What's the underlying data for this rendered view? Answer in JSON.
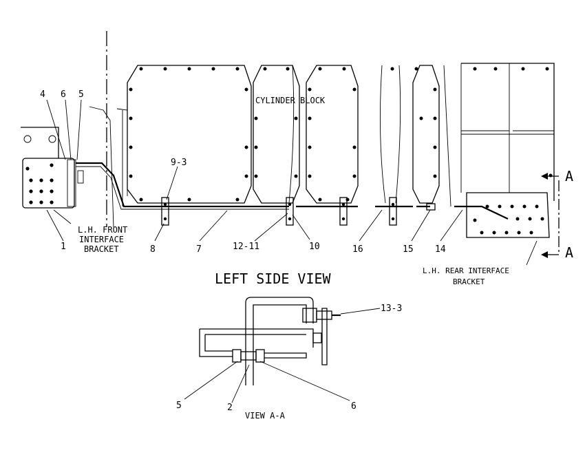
{
  "title": "LEFT SIDE VIEW",
  "cylinder_block_label": "CYLINDER BLOCK",
  "section_marker": "A",
  "front_bracket_label": [
    "L.H. FRONT",
    "INTERFACE",
    "BRACKET"
  ],
  "rear_bracket_label": [
    "L.H. REAR INTERFACE",
    "BRACKET"
  ],
  "view_label": "VIEW A-A",
  "callouts": {
    "c4": "4",
    "c6": "6",
    "c5": "5",
    "c1": "1",
    "c9_3": "9-3",
    "c8": "8",
    "c7": "7",
    "c12_11": "12-11",
    "c10": "10",
    "c16": "16",
    "c15": "15",
    "c14": "14",
    "c13_3": "13-3",
    "v5": "5",
    "v2": "2",
    "v6": "6"
  }
}
